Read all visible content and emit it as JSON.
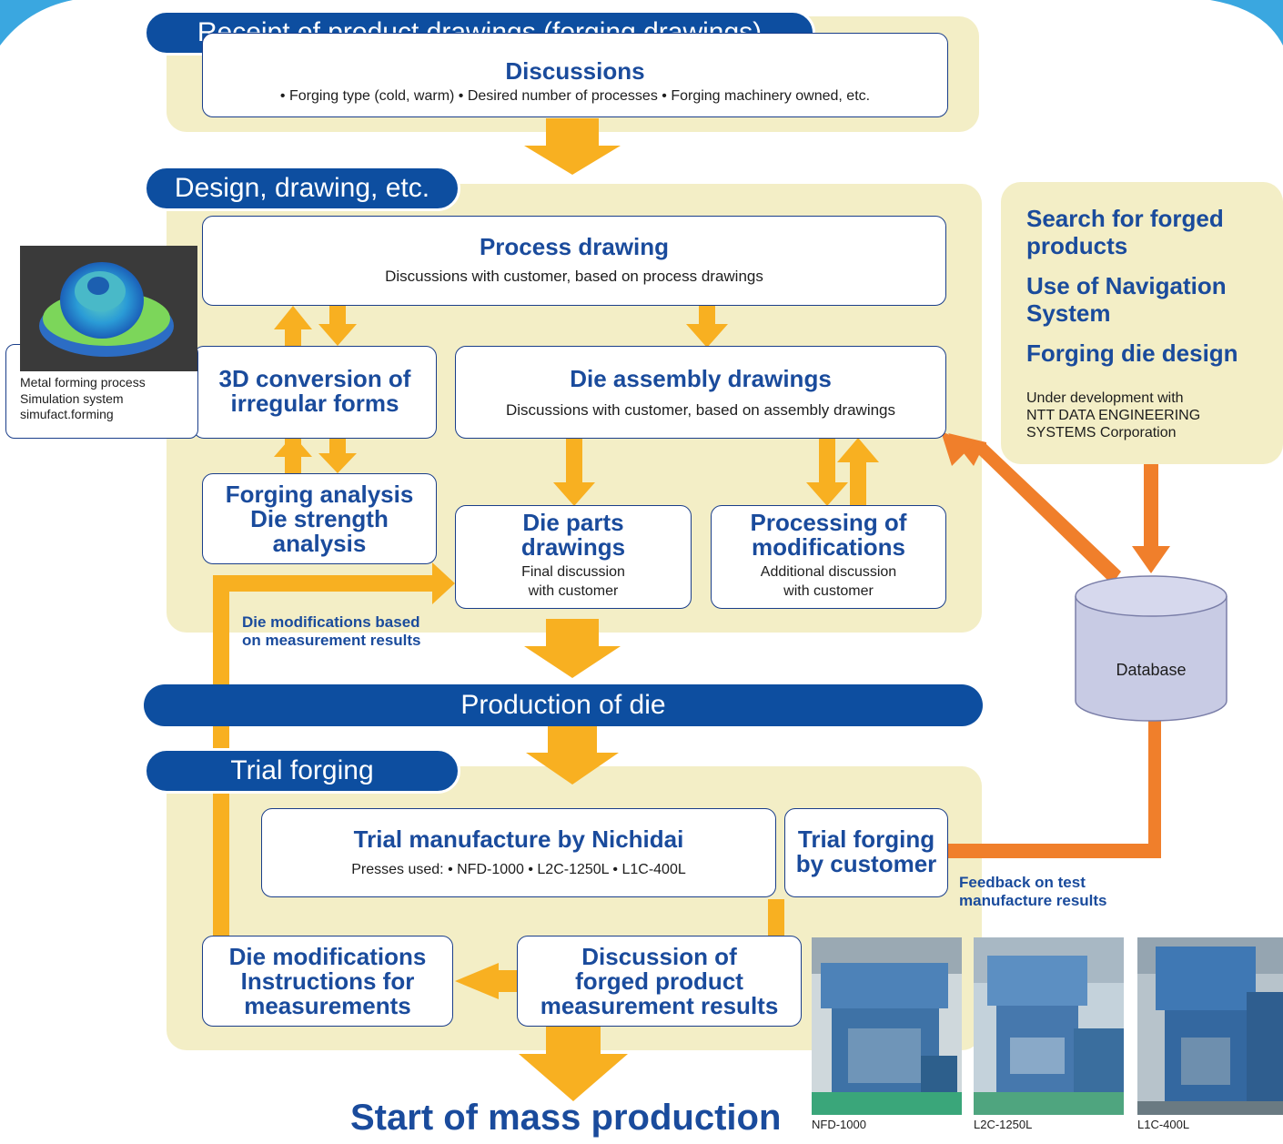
{
  "header": {
    "receipt_title": "Receipt of product drawings (forging drawings)",
    "discussions_title": "Discussions",
    "discussions_items": "• Forging type (cold, warm) • Desired number of processes • Forging machinery owned, etc."
  },
  "design": {
    "title": "Design, drawing, etc.",
    "process_drawing_title": "Process drawing",
    "process_drawing_sub": "Discussions with customer, based on process drawings",
    "conversion_title_1": "3D conversion of",
    "conversion_title_2": "irregular forms",
    "assembly_title": "Die assembly drawings",
    "assembly_sub": "Discussions with customer, based on assembly drawings",
    "analysis_line_1": "Forging analysis",
    "analysis_line_2": "Die strength",
    "analysis_line_3": "analysis",
    "parts_line_1": "Die parts",
    "parts_line_2": "drawings",
    "parts_sub_1": "Final discussion",
    "parts_sub_2": "with customer",
    "modif_line_1": "Processing of",
    "modif_line_2": "modifications",
    "modif_sub_1": "Additional discussion",
    "modif_sub_2": "with customer",
    "feedback_note_1": "Die modifications based",
    "feedback_note_2": "on measurement results"
  },
  "simulation": {
    "caption_1": "Metal forming process",
    "caption_2": "Simulation system",
    "caption_3": "simufact.forming"
  },
  "side_panel": {
    "item_1_line_1": "Search for forged",
    "item_1_line_2": "products",
    "item_2_line_1": "Use of Navigation",
    "item_2_line_2": "System",
    "item_3": "Forging die design",
    "note_1": "Under development with",
    "note_2": "NTT DATA ENGINEERING",
    "note_3": "SYSTEMS Corporation",
    "database_label": "Database"
  },
  "production": {
    "title": "Production of die"
  },
  "trial": {
    "title": "Trial forging",
    "nichidai_title": "Trial manufacture by Nichidai",
    "nichidai_sub": "Presses used: • NFD-1000 • L2C-1250L • L1C-400L",
    "customer_line_1": "Trial forging",
    "customer_line_2": "by customer",
    "feedback_1": "Feedback on test",
    "feedback_2": "manufacture results",
    "die_mod_line_1": "Die modifications",
    "die_mod_line_2": "Instructions for",
    "die_mod_line_3": "measurements",
    "discussion_line_1": "Discussion of",
    "discussion_line_2": "forged product",
    "discussion_line_3": "measurement results"
  },
  "final": {
    "title": "Start of mass production"
  },
  "presses": [
    {
      "caption": "NFD-1000"
    },
    {
      "caption": "L2C-1250L"
    },
    {
      "caption": "L1C-400L"
    }
  ],
  "colors": {
    "panel": "#f3eec6",
    "brand_blue": "#0d4ea0",
    "title_blue": "#1a4b9c",
    "flow_arrow": "#f8b021",
    "data_arrow": "#f07f2b",
    "database": "#c8cbe4"
  }
}
